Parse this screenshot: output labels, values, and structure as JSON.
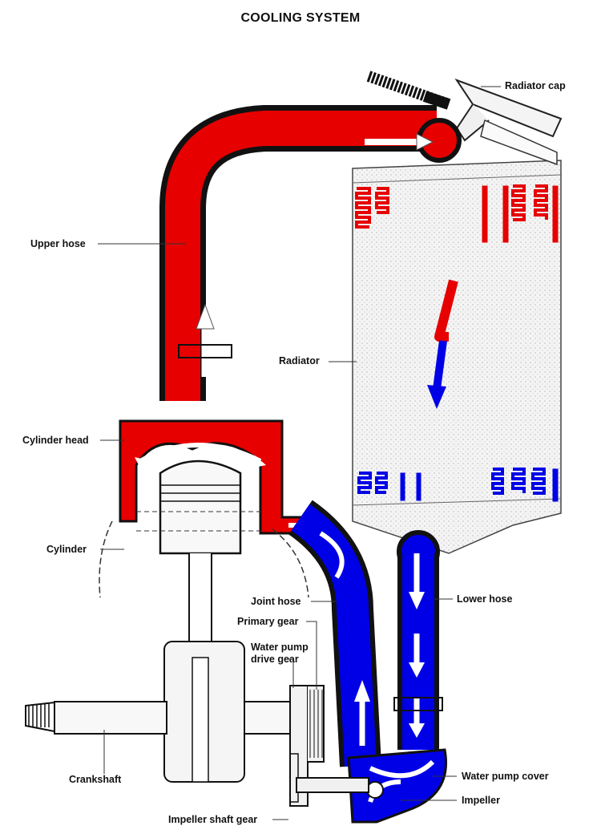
{
  "title": "COOLING SYSTEM",
  "labels": {
    "radiator_cap": "Radiator cap",
    "upper_hose": "Upper hose",
    "radiator": "Radiator",
    "cylinder_head": "Cylinder head",
    "cylinder": "Cylinder",
    "joint_hose": "Joint hose",
    "primary_gear": "Primary gear",
    "water_pump_drive_gear_1": "Water pump",
    "water_pump_drive_gear_2": "drive gear",
    "lower_hose": "Lower hose",
    "crankshaft": "Crankshaft",
    "water_pump_cover": "Water pump cover",
    "impeller": "Impeller",
    "impeller_shaft_gear": "Impeller shaft gear"
  },
  "colors": {
    "hot_coolant": "#e60000",
    "cold_coolant": "#0000e6",
    "metal_outline": "#1a1a1a",
    "metal_fill": "#eeeeee"
  }
}
